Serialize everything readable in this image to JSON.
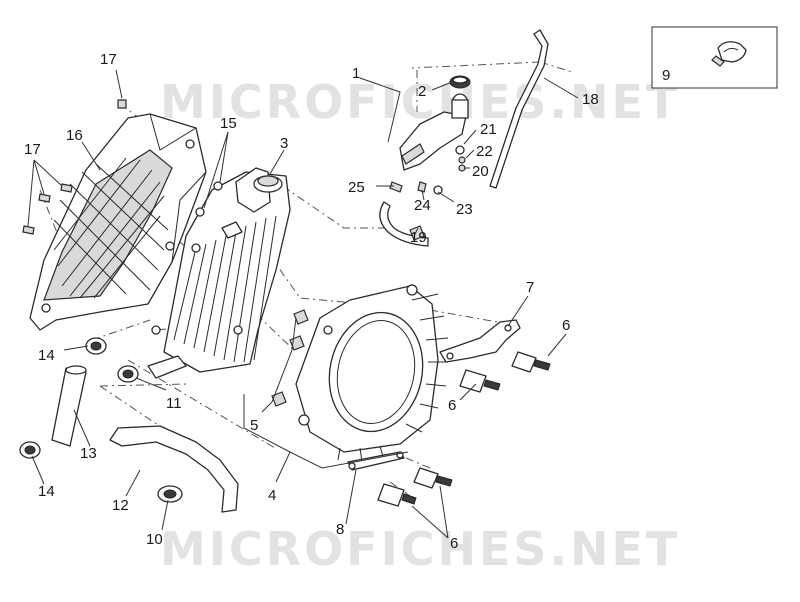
{
  "watermark_top": "MICROFICHES.NET",
  "watermark_bottom": "MICROFICHES.NET",
  "callouts": {
    "c1": "1",
    "c2": "2",
    "c3": "3",
    "c4": "4",
    "c5": "5",
    "c6a": "6",
    "c6b": "6",
    "c6c": "6",
    "c7": "7",
    "c8": "8",
    "c9": "9",
    "c10": "10",
    "c11": "11",
    "c12": "12",
    "c13": "13",
    "c14a": "14",
    "c14b": "14",
    "c15": "15",
    "c16": "16",
    "c17a": "17",
    "c17b": "17",
    "c18": "18",
    "c19": "19",
    "c20": "20",
    "c21": "21",
    "c22": "22",
    "c23": "23",
    "c24": "24",
    "c25": "25"
  },
  "colors": {
    "line": "#2b2b2b",
    "watermark": "#e2e2e2",
    "background": "#ffffff"
  }
}
